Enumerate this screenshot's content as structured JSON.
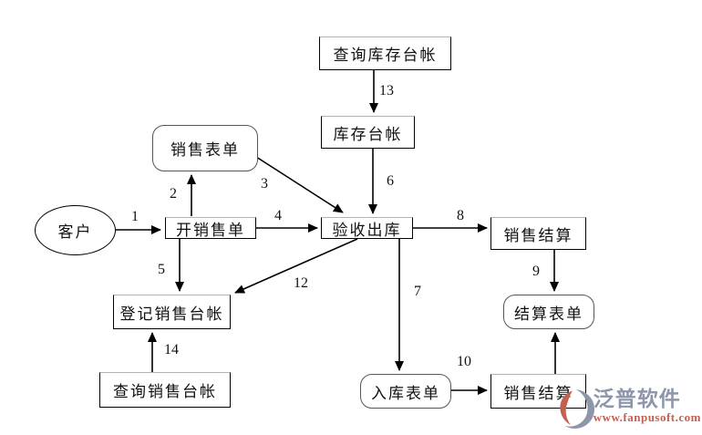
{
  "diagram": {
    "nodes": {
      "customer": {
        "label": "客户",
        "shape": "ellipse"
      },
      "create_sales_order": {
        "label": "开销售单",
        "shape": "rect"
      },
      "sales_form": {
        "label": "销售表单",
        "shape": "rounded"
      },
      "query_inventory_ledger": {
        "label": "查询库存台帐",
        "shape": "rect"
      },
      "inventory_ledger": {
        "label": "库存台帐",
        "shape": "rect"
      },
      "acceptance_outbound": {
        "label": "验收出库",
        "shape": "rect"
      },
      "sales_settlement_top": {
        "label": "销售结算",
        "shape": "rect"
      },
      "settlement_form": {
        "label": "结算表单",
        "shape": "rounded"
      },
      "register_sales_ledger": {
        "label": "登记销售台帐",
        "shape": "rect"
      },
      "query_sales_ledger": {
        "label": "查询销售台帐",
        "shape": "rect"
      },
      "inbound_form": {
        "label": "入库表单",
        "shape": "rounded"
      },
      "sales_settlement_bottom": {
        "label": "销售结算",
        "shape": "rect"
      }
    },
    "edges": [
      {
        "label": "1",
        "from": "customer",
        "to": "create_sales_order"
      },
      {
        "label": "2",
        "from": "create_sales_order",
        "to": "sales_form"
      },
      {
        "label": "3",
        "from": "sales_form",
        "to": "acceptance_outbound"
      },
      {
        "label": "4",
        "from": "create_sales_order",
        "to": "acceptance_outbound"
      },
      {
        "label": "5",
        "from": "create_sales_order",
        "to": "register_sales_ledger"
      },
      {
        "label": "6",
        "from": "inventory_ledger",
        "to": "acceptance_outbound"
      },
      {
        "label": "7",
        "from": "acceptance_outbound",
        "to": "inbound_form"
      },
      {
        "label": "8",
        "from": "acceptance_outbound",
        "to": "sales_settlement_top"
      },
      {
        "label": "9",
        "from": "sales_settlement_top",
        "to": "settlement_form"
      },
      {
        "label": "10",
        "from": "inbound_form",
        "to": "sales_settlement_bottom"
      },
      {
        "label": "",
        "from": "sales_settlement_bottom",
        "to": "settlement_form"
      },
      {
        "label": "12",
        "from": "acceptance_outbound",
        "to": "register_sales_ledger"
      },
      {
        "label": "13",
        "from": "query_inventory_ledger",
        "to": "inventory_ledger"
      },
      {
        "label": "14",
        "from": "query_sales_ledger",
        "to": "register_sales_ledger"
      }
    ],
    "line_color": "#000000"
  },
  "watermark": {
    "brand": "泛普软件",
    "url": "www.fanpusoft.com",
    "brand_color": "#8d96aa",
    "url_color": "#c4604f"
  }
}
